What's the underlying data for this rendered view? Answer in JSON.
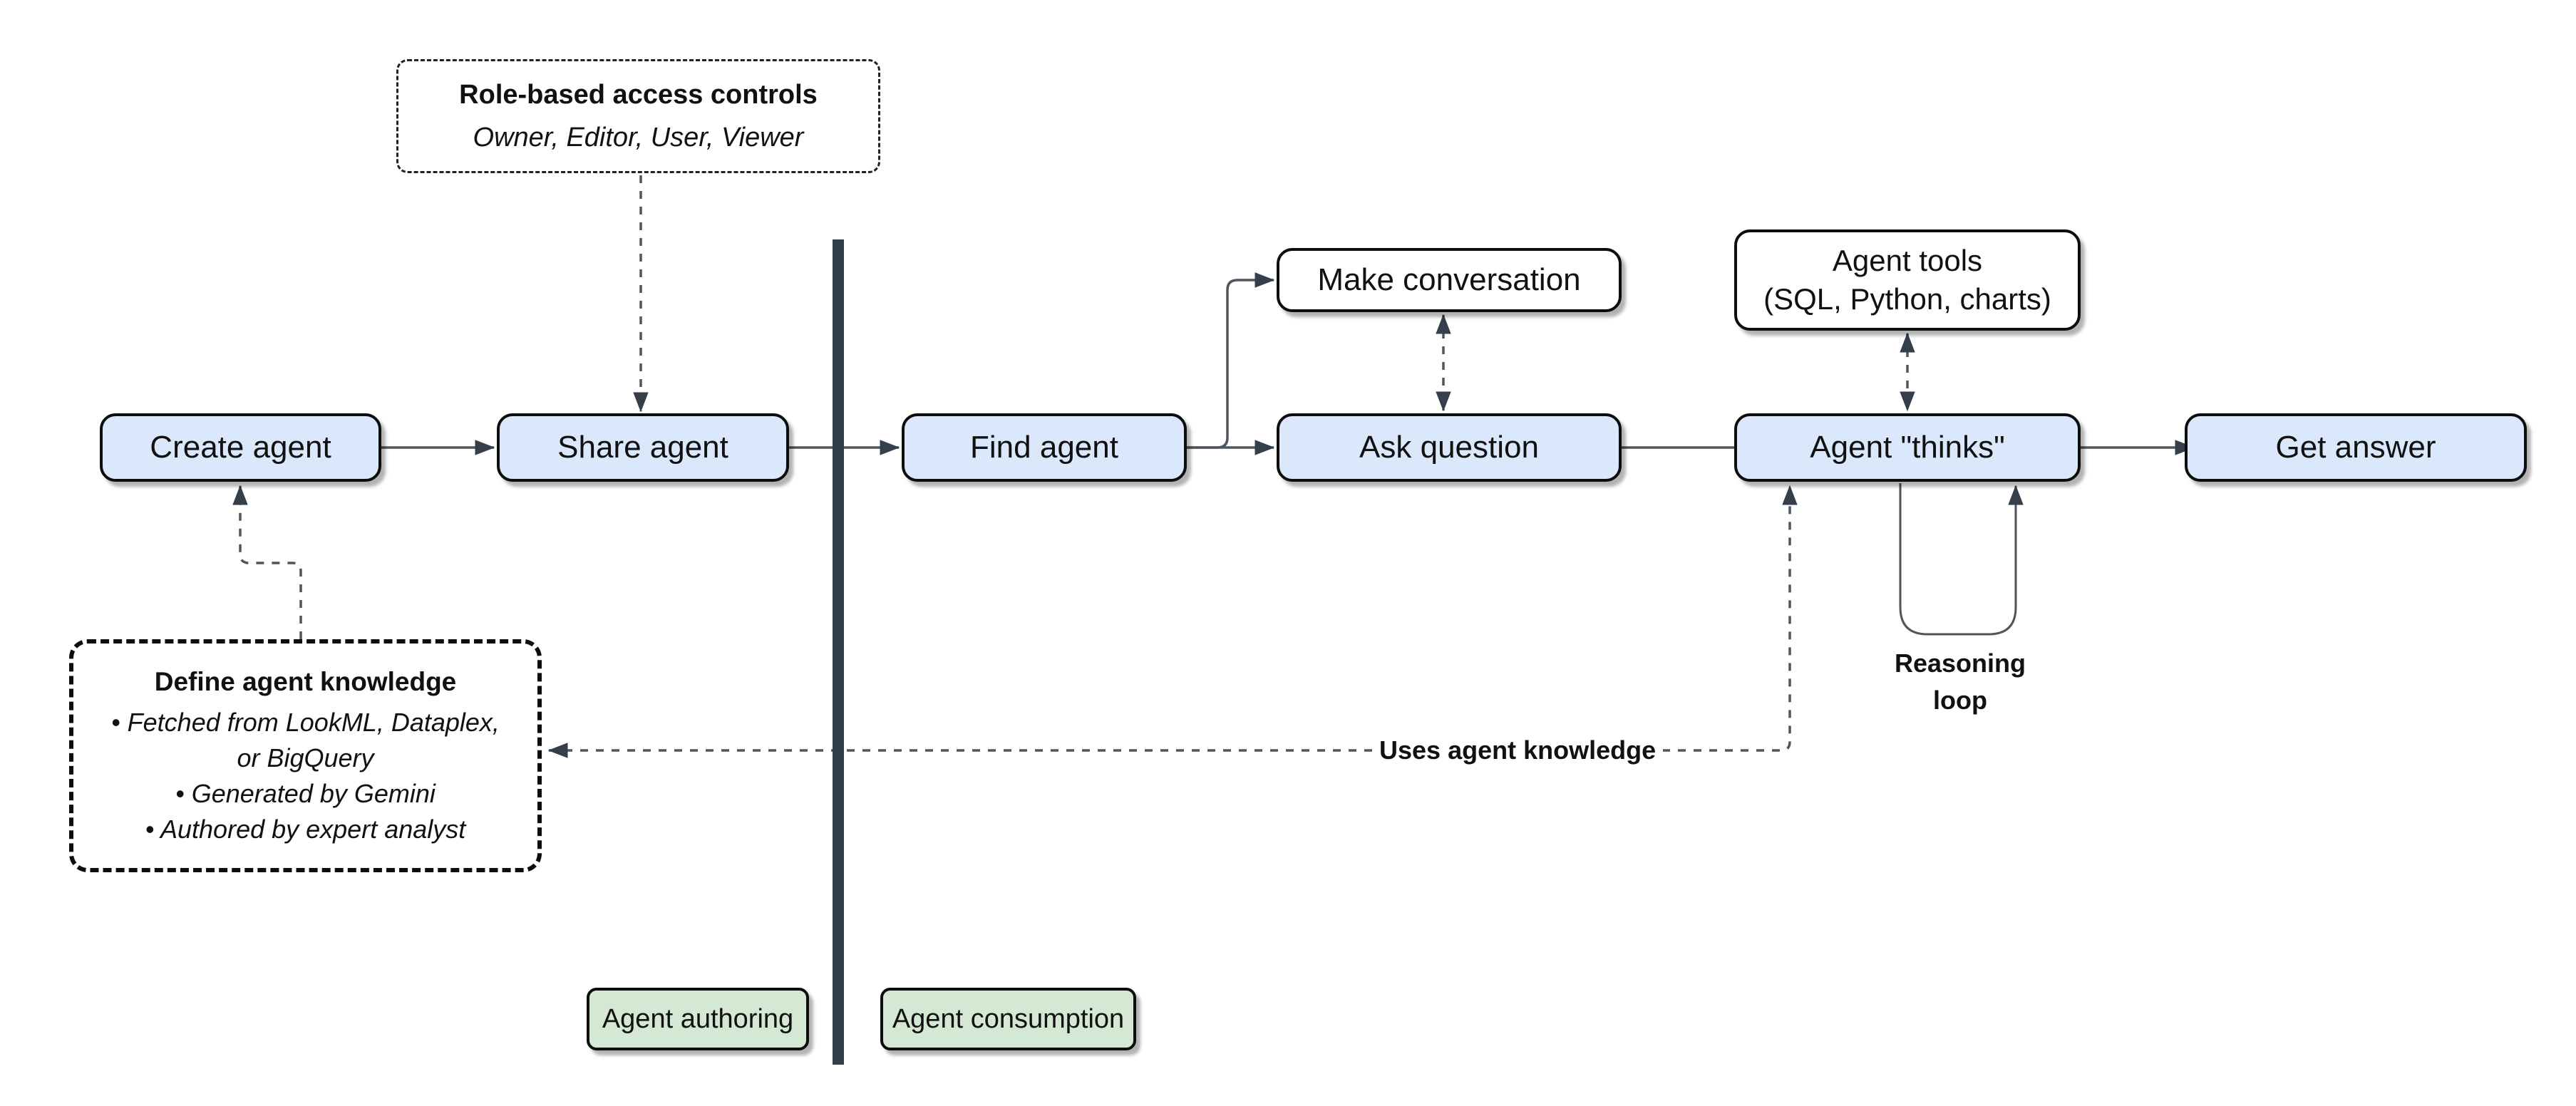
{
  "diagram": {
    "lanes": {
      "authoring_label": "Agent authoring",
      "consumption_label": "Agent consumption"
    },
    "nodes": {
      "create_agent": "Create agent",
      "share_agent": "Share agent",
      "find_agent": "Find agent",
      "make_conversation": "Make conversation",
      "ask_question": "Ask question",
      "agent_tools": "Agent tools\n(SQL, Python, charts)",
      "agent_thinks": "Agent \"thinks\"",
      "get_answer": "Get answer"
    },
    "annotations": {
      "rbac_title": "Role-based access controls",
      "rbac_roles": "Owner, Editor, User, Viewer",
      "knowledge_title": "Define agent knowledge",
      "knowledge_bullet_1": "• Fetched from LookML, Dataplex,\nor BigQuery",
      "knowledge_bullet_2": "• Generated by Gemini",
      "knowledge_bullet_3": "• Authored by expert analyst",
      "uses_knowledge_label": "Uses agent knowledge",
      "reasoning_loop_label": "Reasoning\nloop"
    },
    "colors": {
      "node_fill_blue": "#dbe8fc",
      "node_fill_green": "#d5e8d4",
      "node_fill_white": "#ffffff",
      "node_border": "#0d0d0d",
      "connector_line": "#4d565e",
      "arrowhead": "#343f4b",
      "divider": "#313d49",
      "text": "#111111",
      "background": "#ffffff"
    }
  }
}
